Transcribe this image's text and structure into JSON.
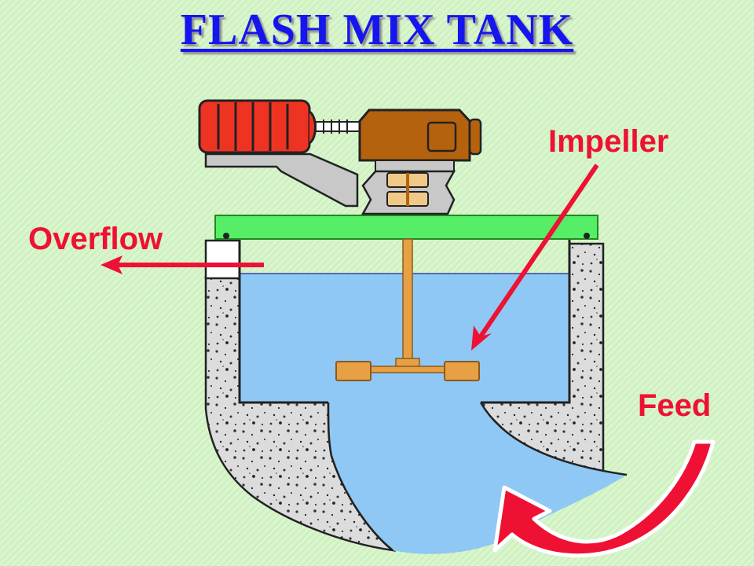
{
  "title": "FLASH MIX TANK",
  "labels": {
    "overflow": "Overflow",
    "impeller": "Impeller",
    "feed": "Feed"
  },
  "colors": {
    "background": "#d8f5cc",
    "title": "#1515ee",
    "label": "#ee1133",
    "water": "#8fc8f4",
    "concrete": "#d9d9d9",
    "motor": "#ee3322",
    "gearbox": "#b5620e",
    "impeller": "#e8a045",
    "cover_plate": "#55ee66"
  },
  "icons": [
    "motor-icon",
    "gearbox-icon",
    "impeller-icon",
    "overflow-arrow-icon",
    "impeller-pointer-arrow-icon",
    "feed-arrow-icon"
  ]
}
